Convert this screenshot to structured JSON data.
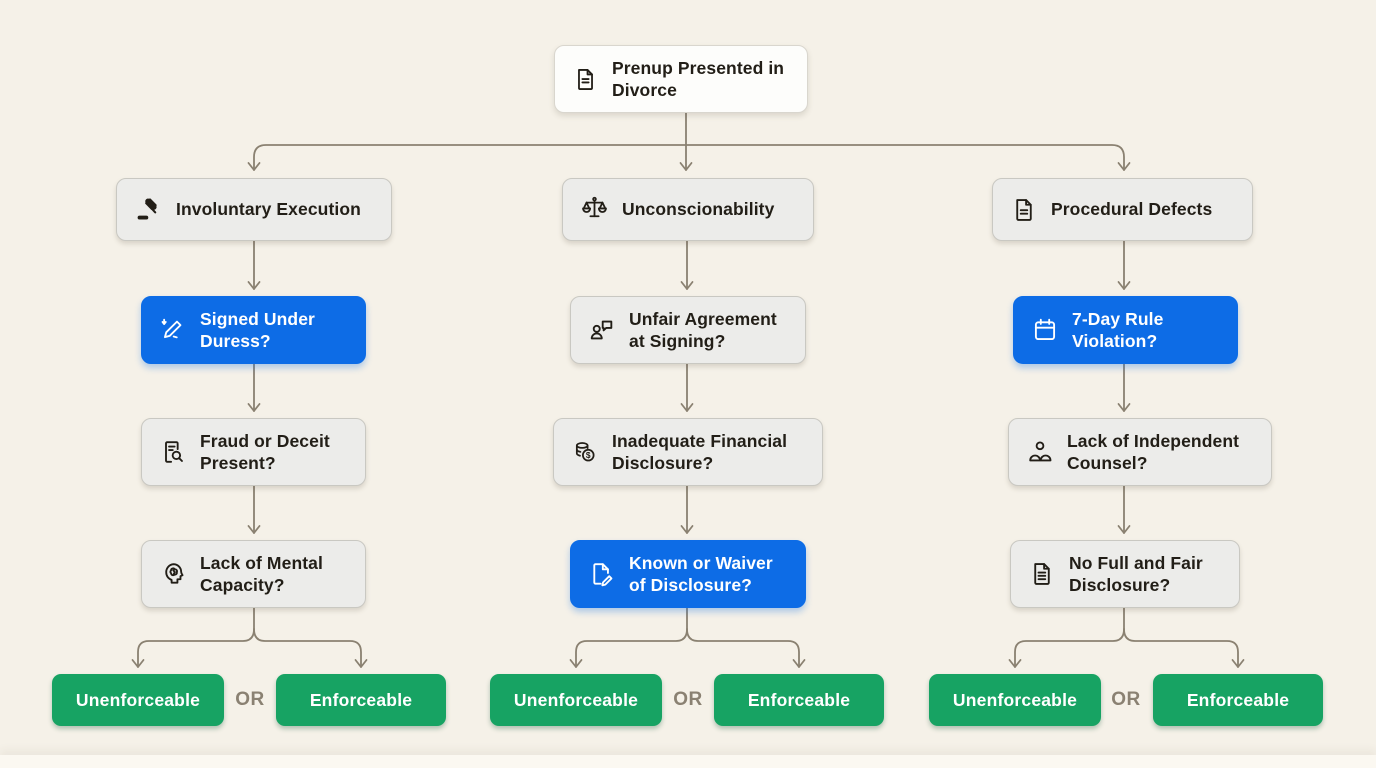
{
  "colors": {
    "accent-blue": "#0d6ce6",
    "success-green": "#17a363",
    "connector": "#8a8171",
    "node-gray": "#ececea",
    "node-border": "#c9c8c2",
    "page-bg": "#f5f1e8"
  },
  "root": {
    "label": "Prenup Presented in Divorce",
    "icon": "document-icon"
  },
  "columns": [
    {
      "id": "involuntary-execution",
      "header": {
        "label": "Involuntary Execution",
        "icon": "gavel-icon"
      },
      "steps": [
        {
          "label": "Signed Under Duress?",
          "icon": "signature-icon",
          "variant": "blue"
        },
        {
          "label": "Fraud or Deceit Present?",
          "icon": "document-search-icon",
          "variant": "gray"
        },
        {
          "label": "Lack of Mental Capacity?",
          "icon": "head-brain-icon",
          "variant": "gray"
        }
      ],
      "outcomes": {
        "negative": "Unenforceable",
        "connector_word": "OR",
        "positive": "Enforceable"
      }
    },
    {
      "id": "unconscionability",
      "header": {
        "label": "Unconscionability",
        "icon": "scales-icon"
      },
      "steps": [
        {
          "label": "Unfair Agreement at Signing?",
          "icon": "person-chat-icon",
          "variant": "gray"
        },
        {
          "label": "Inadequate Financial Disclosure?",
          "icon": "coins-icon",
          "variant": "gray"
        },
        {
          "label": "Known or Waiver of Disclosure?",
          "icon": "document-edit-icon",
          "variant": "blue"
        }
      ],
      "outcomes": {
        "negative": "Unenforceable",
        "connector_word": "OR",
        "positive": "Enforceable"
      }
    },
    {
      "id": "procedural-defects",
      "header": {
        "label": "Procedural Defects",
        "icon": "document-icon"
      },
      "steps": [
        {
          "label": "7-Day Rule Violation?",
          "icon": "calendar-icon",
          "variant": "blue"
        },
        {
          "label": "Lack of Independent Counsel?",
          "icon": "people-icon",
          "variant": "gray"
        },
        {
          "label": "No Full and Fair Disclosure?",
          "icon": "document-lines-icon",
          "variant": "gray"
        }
      ],
      "outcomes": {
        "negative": "Unenforceable",
        "connector_word": "OR",
        "positive": "Enforceable"
      }
    }
  ]
}
